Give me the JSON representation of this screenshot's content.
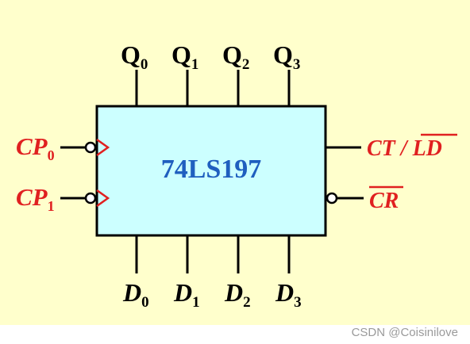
{
  "colors": {
    "background": "#FFFFCC",
    "chip_fill": "#CCFFFF",
    "chip_text": "#1F5FBF",
    "signal_red": "#E02020",
    "ink": "#000000",
    "watermark": "#9A9A9A"
  },
  "chip": {
    "name": "74LS197"
  },
  "outputs": [
    {
      "base": "Q",
      "sub": "0"
    },
    {
      "base": "Q",
      "sub": "1"
    },
    {
      "base": "Q",
      "sub": "2"
    },
    {
      "base": "Q",
      "sub": "3"
    }
  ],
  "inputs": [
    {
      "base": "D",
      "sub": "0"
    },
    {
      "base": "D",
      "sub": "1"
    },
    {
      "base": "D",
      "sub": "2"
    },
    {
      "base": "D",
      "sub": "3"
    }
  ],
  "clocks": [
    {
      "base": "CP",
      "sub": "0"
    },
    {
      "base": "CP",
      "sub": "1"
    }
  ],
  "right_pins": {
    "ct_ld": {
      "ct": "CT",
      "sep": " / ",
      "ld": "LD"
    },
    "cr": {
      "text": "CR"
    }
  },
  "watermark": "CSDN @Coisinilove"
}
